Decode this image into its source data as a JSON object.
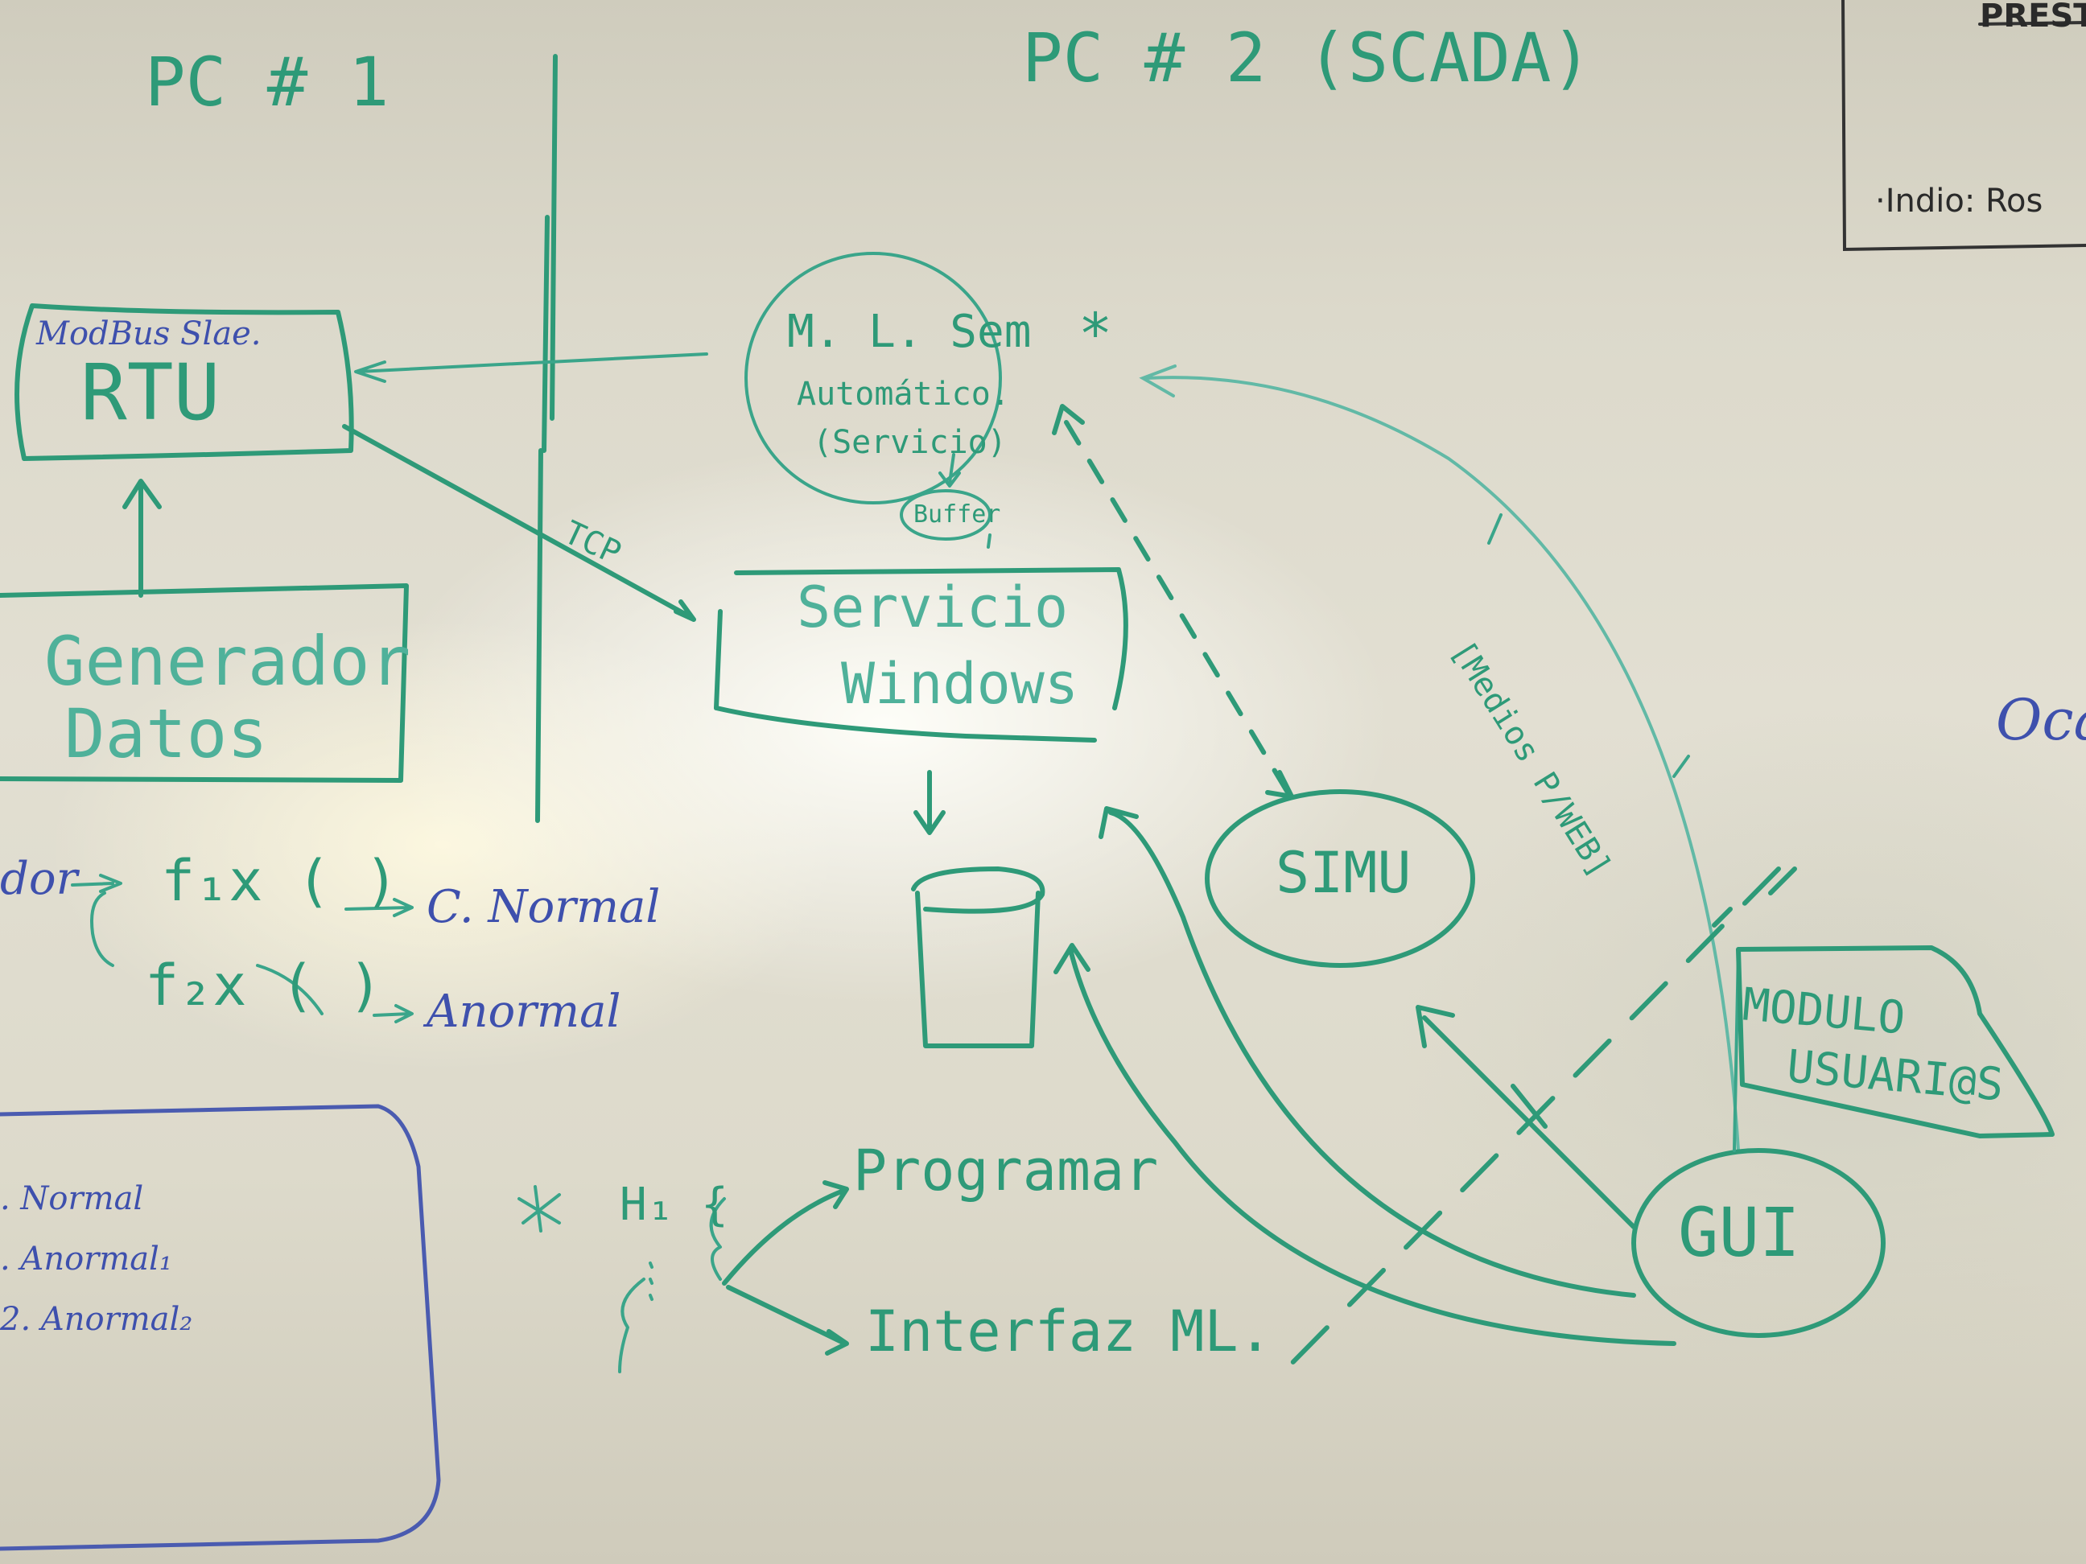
{
  "headings": {
    "pc1": "PC # 1",
    "pc2": "PC # 2 (SCADA)"
  },
  "top_right": {
    "prestamo": "PRESTA",
    "note": "·Indio: Ros",
    "oca": "Oca"
  },
  "boxes": {
    "modbus_small": "ModBus Slae.",
    "modbus_big": "RTU",
    "generador_line1": "Generador",
    "generador_line2": "Datos",
    "mlsem_line1": "M. L. Sem",
    "mlsem_line2": "Automático.",
    "mlsem_line3": "(Servicio)",
    "buffer": "Buffer",
    "servicio_line1": "Servicio",
    "servicio_line2": "Windows",
    "simu": "SIMU",
    "modulo_line1": "MODULO",
    "modulo_line2": "USUARI@S",
    "gui": "GUI"
  },
  "labels": {
    "edge_tcp": "TCP",
    "medios_web": "[Medios P/WEB]",
    "star": "*"
  },
  "functions": {
    "prefix": "dor",
    "f1": "f₁x ( )",
    "f1_result": "C. Normal",
    "f2": "f₂x ( )",
    "f2_result": "Anormal"
  },
  "blue_list": {
    "item1": ". Normal",
    "item2": ". Anormal₁",
    "item3": "2. Anormal₂"
  },
  "bottom_note": {
    "h1": "H₁ {",
    "programar": "Programar",
    "interfaz": "Interfaz ML."
  }
}
